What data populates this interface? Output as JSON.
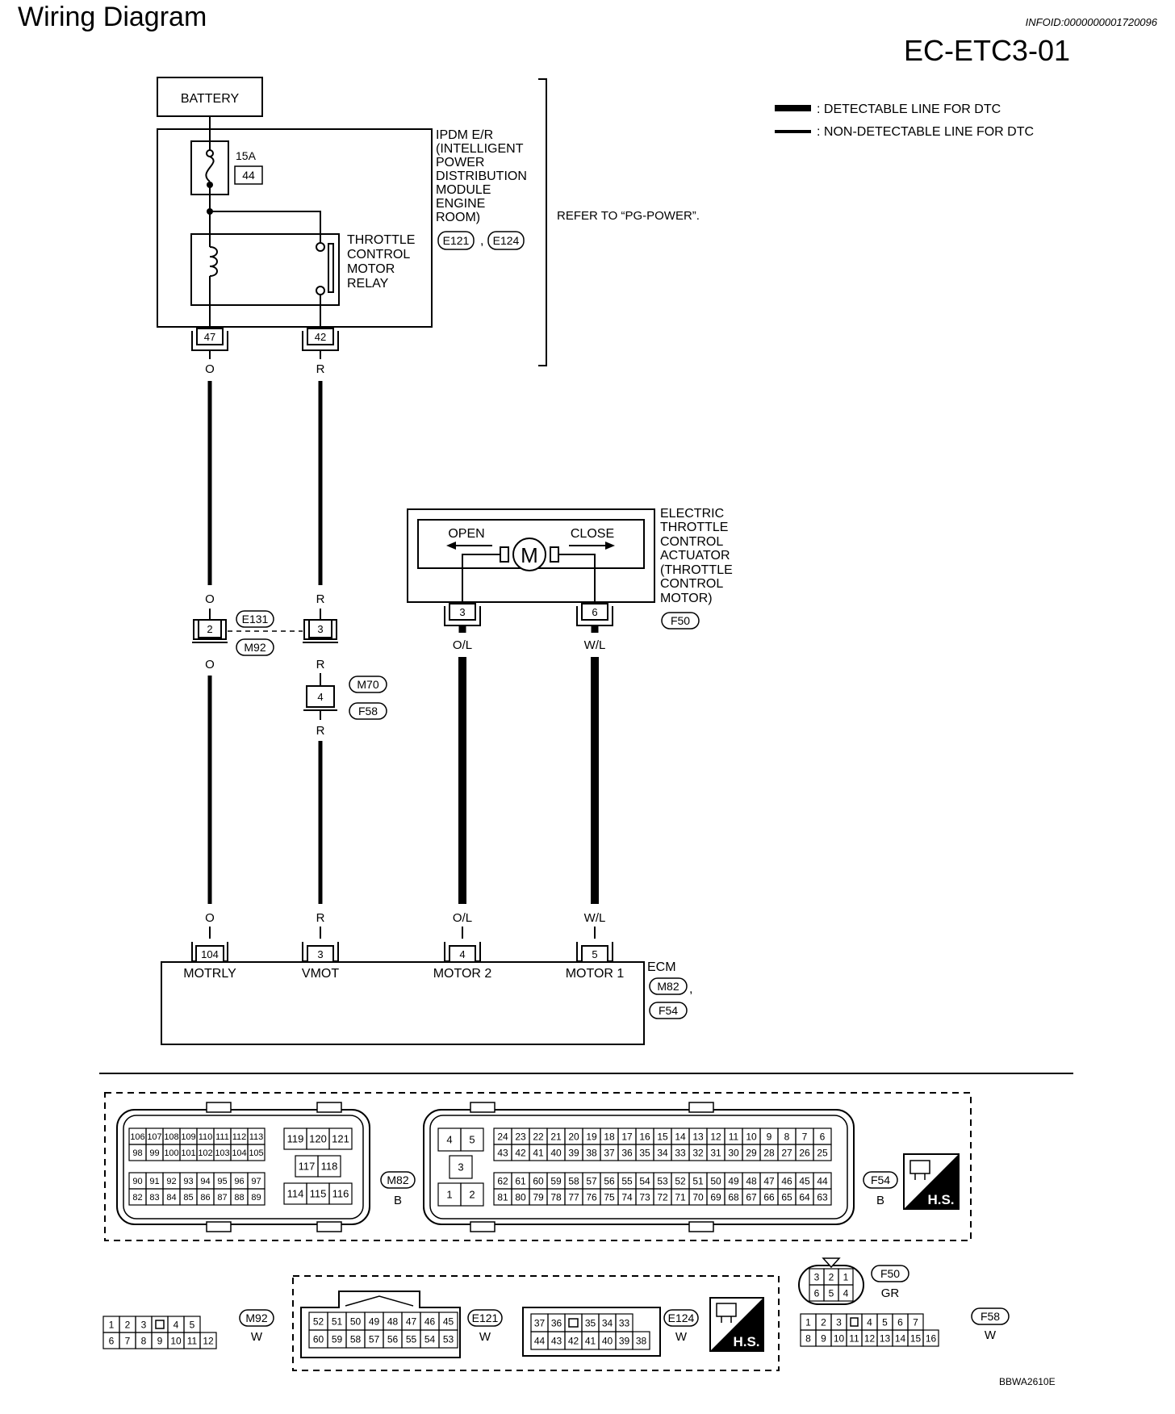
{
  "header": {
    "title": "Wiring Diagram",
    "info_id": "INFOID:0000000001720096",
    "section_code": "EC-ETC3-01"
  },
  "legend": {
    "detectable": ": DETECTABLE LINE FOR DTC",
    "non_detectable": ": NON-DETECTABLE LINE FOR DTC"
  },
  "battery": {
    "label": "BATTERY"
  },
  "ipdm": {
    "label_lines": [
      "IPDM E/R",
      "(INTELLIGENT",
      "POWER",
      "DISTRIBUTION",
      "MODULE",
      "ENGINE",
      "ROOM)"
    ],
    "connectors": [
      "E121",
      "E124"
    ],
    "separator": ",",
    "refer": "REFER TO “PG-POWER”.",
    "fuse_rating": "15A",
    "fuse_number": "44",
    "relay_label_lines": [
      "THROTTLE",
      "CONTROL",
      "MOTOR",
      "RELAY"
    ],
    "pins": [
      "47",
      "42"
    ]
  },
  "actuator": {
    "label_lines": [
      "ELECTRIC",
      "THROTTLE",
      "CONTROL",
      "ACTUATOR",
      "(THROTTLE",
      "CONTROL",
      "MOTOR)"
    ],
    "open_label": "OPEN",
    "close_label": "CLOSE",
    "motor_symbol": "M",
    "connector": "F50",
    "pins": [
      "3",
      "6"
    ]
  },
  "wires": {
    "o": "O",
    "r": "R",
    "ol": "O/L",
    "wl": "W/L"
  },
  "junction": {
    "connector_top": "E131",
    "connector_bottom": "M92",
    "pins": [
      "2",
      "3"
    ]
  },
  "junction2": {
    "connector_top": "M70",
    "connector_bottom": "F58",
    "pin": "4"
  },
  "ecm": {
    "label": "ECM",
    "connectors": [
      "M82",
      "F54"
    ],
    "separator": ",",
    "pins": [
      "104",
      "3",
      "4",
      "5"
    ],
    "terminal_names": [
      "MOTRLY",
      "VMOT",
      "MOTOR 2",
      "MOTOR 1"
    ]
  },
  "connector_views": {
    "m82": {
      "name": "M82",
      "color": "B",
      "top_rows": [
        [
          "106",
          "107",
          "108",
          "109",
          "110",
          "111",
          "112",
          "113"
        ],
        [
          "98",
          "99",
          "100",
          "101",
          "102",
          "103",
          "104",
          "105"
        ]
      ],
      "bottom_rows": [
        [
          "90",
          "91",
          "92",
          "93",
          "94",
          "95",
          "96",
          "97"
        ],
        [
          "82",
          "83",
          "84",
          "85",
          "86",
          "87",
          "88",
          "89"
        ]
      ],
      "block": [
        "119",
        "120",
        "121",
        "117",
        "118",
        "114",
        "115",
        "116"
      ]
    },
    "f54": {
      "name": "F54",
      "color": "B",
      "small": [
        "4",
        "5",
        "3",
        "1",
        "2"
      ],
      "rows": [
        [
          "24",
          "23",
          "22",
          "21",
          "20",
          "19",
          "18",
          "17",
          "16",
          "15",
          "14",
          "13",
          "12",
          "11",
          "10",
          "9",
          "8",
          "7",
          "6"
        ],
        [
          "43",
          "42",
          "41",
          "40",
          "39",
          "38",
          "37",
          "36",
          "35",
          "34",
          "33",
          "32",
          "31",
          "30",
          "29",
          "28",
          "27",
          "26",
          "25"
        ],
        [
          "62",
          "61",
          "60",
          "59",
          "58",
          "57",
          "56",
          "55",
          "54",
          "53",
          "52",
          "51",
          "50",
          "49",
          "48",
          "47",
          "46",
          "45",
          "44"
        ],
        [
          "81",
          "80",
          "79",
          "78",
          "77",
          "76",
          "75",
          "74",
          "73",
          "72",
          "71",
          "70",
          "69",
          "68",
          "67",
          "66",
          "65",
          "64",
          "63"
        ]
      ]
    },
    "hs_label": "H.S.",
    "m92": {
      "name": "M92",
      "color": "W",
      "row1": [
        "1",
        "2",
        "3",
        "",
        "4",
        "5"
      ],
      "row2": [
        "6",
        "7",
        "8",
        "9",
        "10",
        "11",
        "12"
      ]
    },
    "e121": {
      "name": "E121",
      "color": "W",
      "row1": [
        "52",
        "51",
        "50",
        "49",
        "48",
        "47",
        "46",
        "45"
      ],
      "row2": [
        "60",
        "59",
        "58",
        "57",
        "56",
        "55",
        "54",
        "53"
      ]
    },
    "e124": {
      "name": "E124",
      "color": "W",
      "row1": [
        "37",
        "36",
        "",
        "35",
        "34",
        "33"
      ],
      "row2": [
        "44",
        "43",
        "42",
        "41",
        "40",
        "39",
        "38"
      ]
    },
    "f50": {
      "name": "F50",
      "color": "GR",
      "row1": [
        "3",
        "2",
        "1"
      ],
      "row2": [
        "6",
        "5",
        "4"
      ]
    },
    "f58": {
      "name": "F58",
      "color": "W",
      "row1": [
        "1",
        "2",
        "3",
        "",
        "4",
        "5",
        "6",
        "7"
      ],
      "row2": [
        "8",
        "9",
        "10",
        "11",
        "12",
        "13",
        "14",
        "15",
        "16"
      ]
    }
  },
  "footer": {
    "code": "BBWA2610E"
  }
}
